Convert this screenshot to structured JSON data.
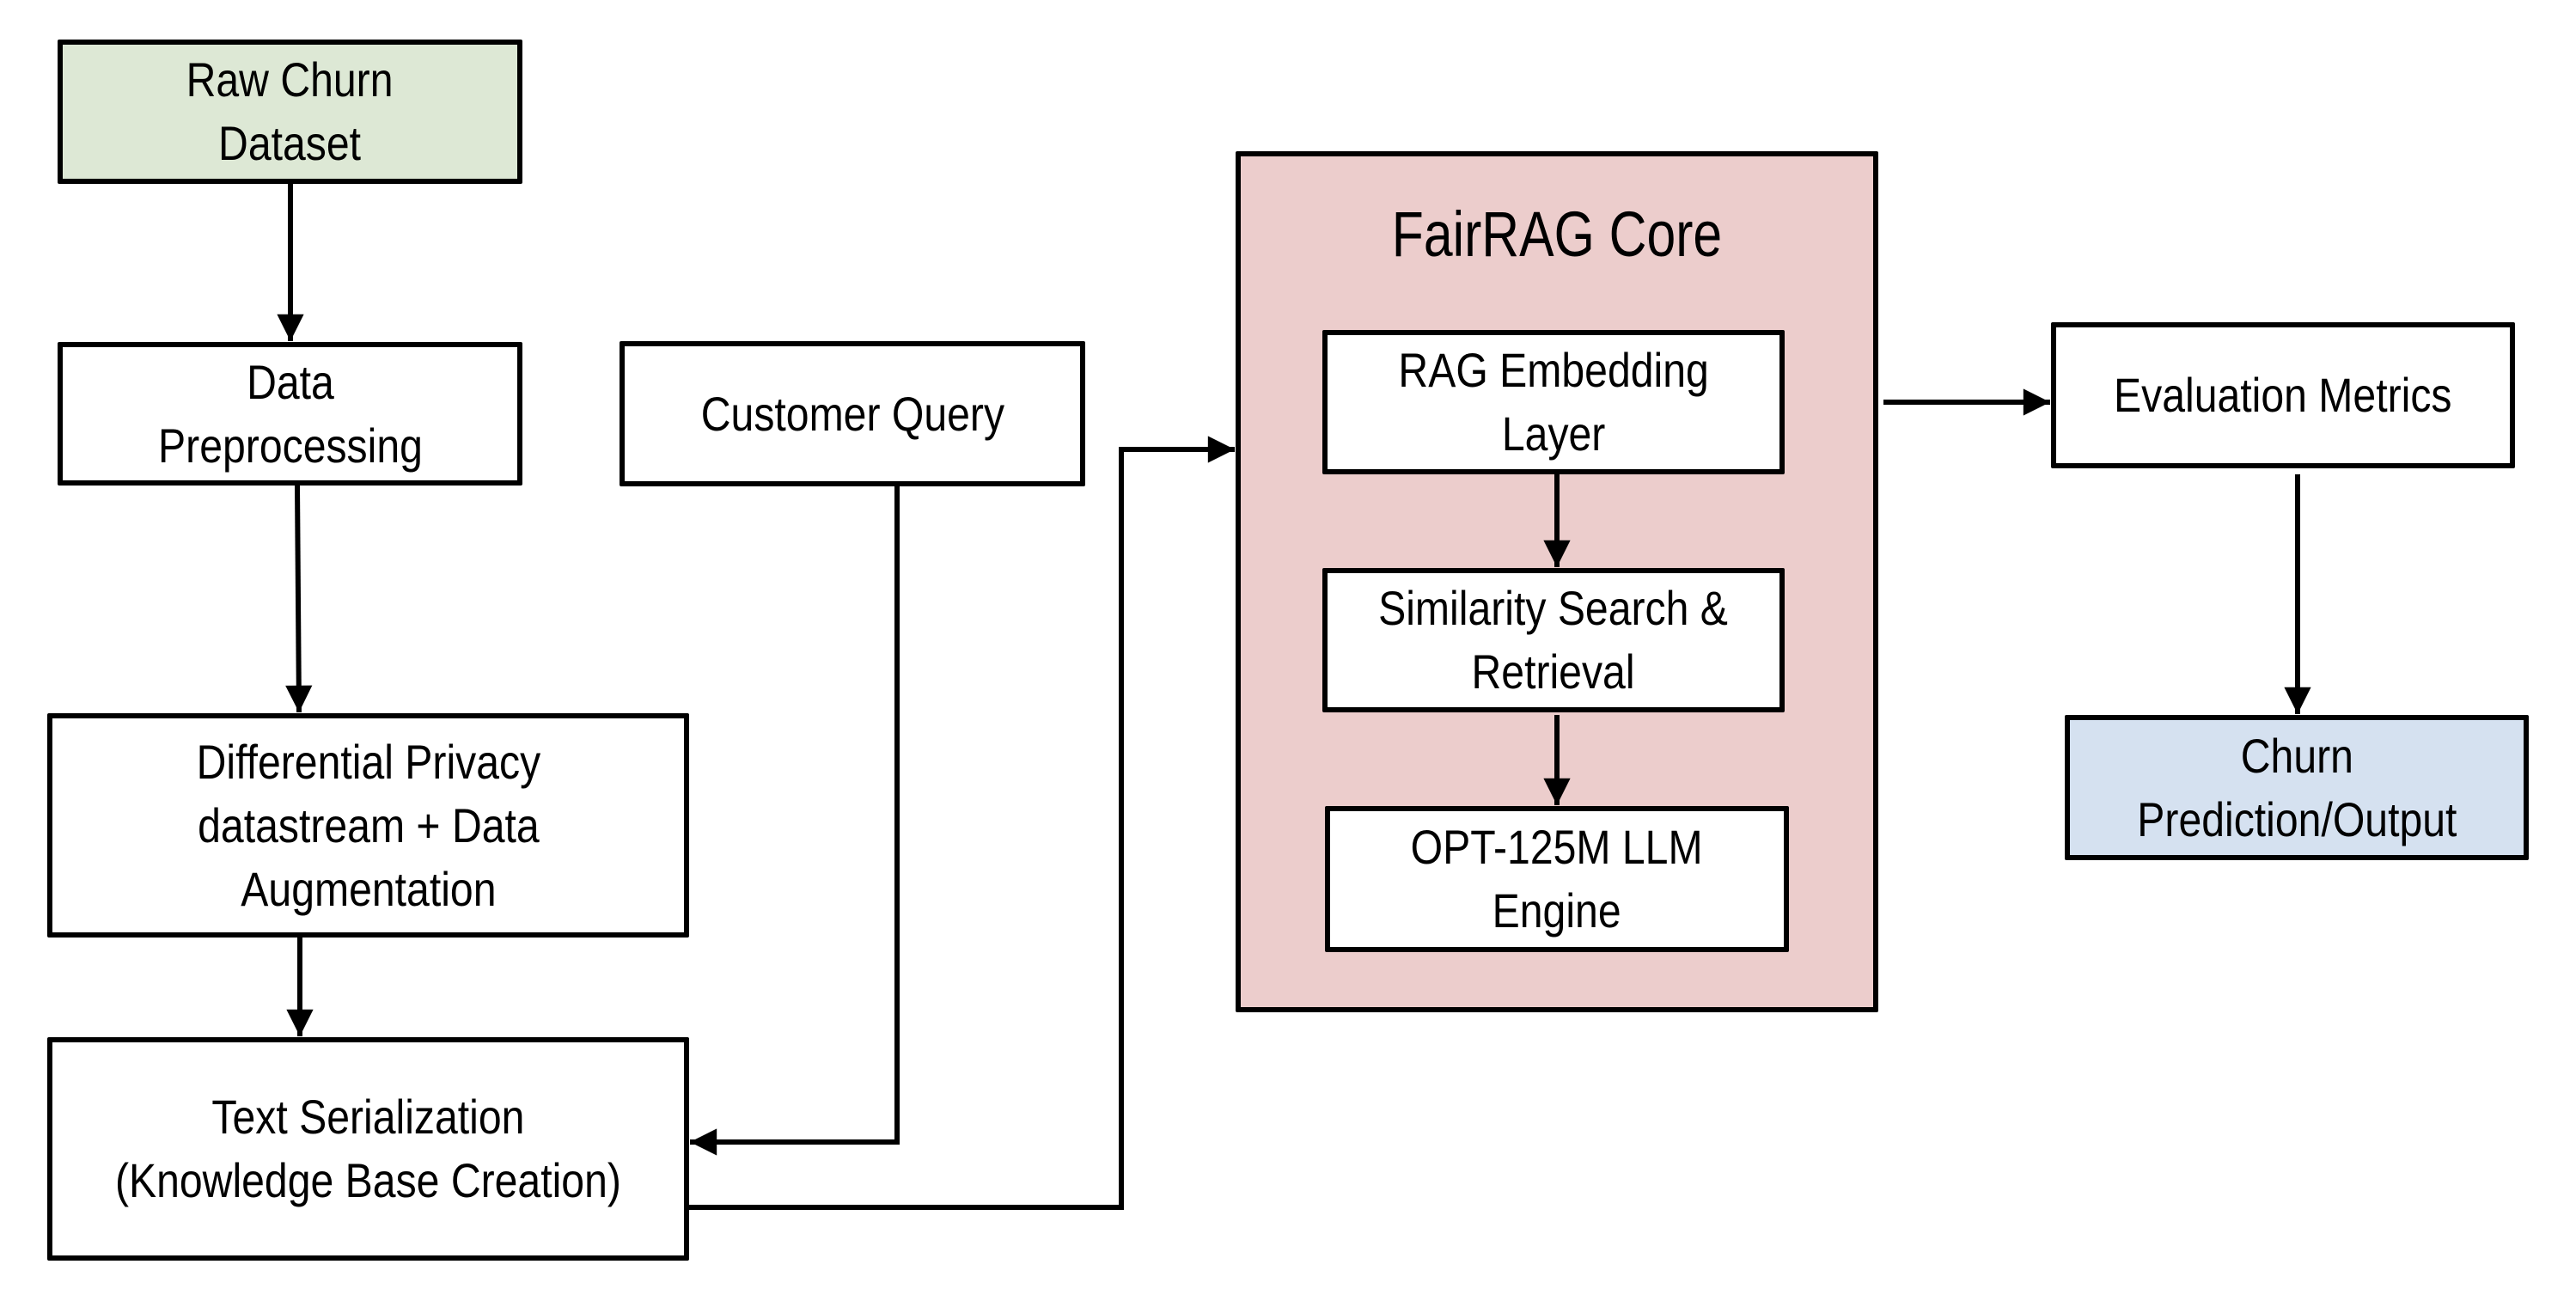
{
  "diagram": {
    "nodes": {
      "raw_dataset": {
        "lines": [
          "Raw Churn",
          "Dataset"
        ],
        "fill": "#dde8d5"
      },
      "preprocessing": {
        "lines": [
          "Data",
          "Preprocessing"
        ]
      },
      "dp_augmentation": {
        "lines": [
          "Differential Privacy",
          "datastream + Data",
          "Augmentation"
        ]
      },
      "text_serialization": {
        "lines": [
          "Text Serialization",
          "(Knowledge Base Creation)"
        ]
      },
      "customer_query": {
        "lines": [
          "Customer Query"
        ]
      },
      "rag_embedding": {
        "lines": [
          "RAG Embedding",
          "Layer"
        ]
      },
      "similarity_search": {
        "lines": [
          "Similarity Search &",
          "Retrieval"
        ]
      },
      "llm_engine": {
        "lines": [
          "OPT-125M LLM",
          "Engine"
        ]
      },
      "evaluation_metrics": {
        "lines": [
          "Evaluation Metrics"
        ]
      },
      "churn_output": {
        "lines": [
          "Churn",
          "Prediction/Output"
        ],
        "fill": "#d5e1f0"
      }
    },
    "groups": {
      "fairrag_core": {
        "title": "FairRAG Core",
        "fill": "#eccdcc",
        "children": [
          "rag_embedding",
          "similarity_search",
          "llm_engine"
        ]
      }
    },
    "edges": [
      {
        "from": "raw_dataset",
        "to": "preprocessing"
      },
      {
        "from": "preprocessing",
        "to": "dp_augmentation"
      },
      {
        "from": "dp_augmentation",
        "to": "text_serialization"
      },
      {
        "from": "customer_query",
        "to": "text_serialization"
      },
      {
        "from": "text_serialization",
        "to": "fairrag_core"
      },
      {
        "from": "rag_embedding",
        "to": "similarity_search"
      },
      {
        "from": "similarity_search",
        "to": "llm_engine"
      },
      {
        "from": "fairrag_core",
        "to": "evaluation_metrics"
      },
      {
        "from": "evaluation_metrics",
        "to": "churn_output"
      }
    ]
  }
}
